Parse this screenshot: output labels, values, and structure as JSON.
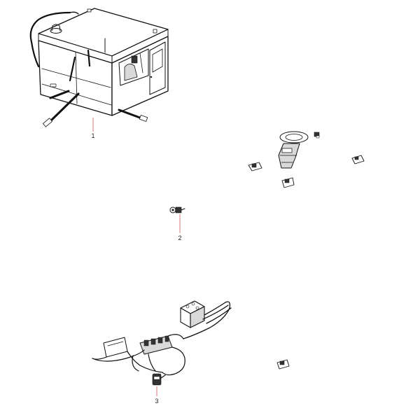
{
  "callouts": [
    {
      "id": "1",
      "label": "1"
    },
    {
      "id": "2",
      "label": "2"
    },
    {
      "id": "3",
      "label": "3"
    }
  ],
  "colors": {
    "line": "#111111",
    "leader": "#d0565a",
    "shade": "#d9d9d9",
    "background": "#ffffff"
  }
}
